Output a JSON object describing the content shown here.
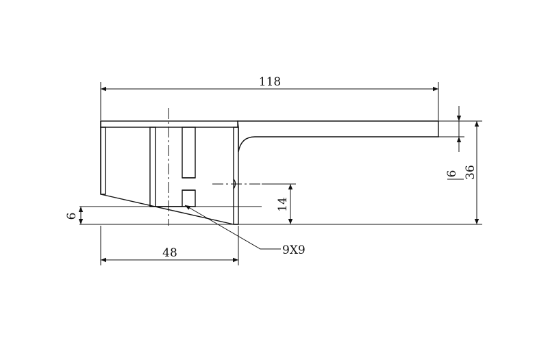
{
  "dimensions": {
    "overall_length": "118",
    "base_width": "48",
    "total_height": "36",
    "flange_thickness": "6",
    "slot_height": "14",
    "bottom_offset": "6",
    "square_callout": "9X9"
  }
}
